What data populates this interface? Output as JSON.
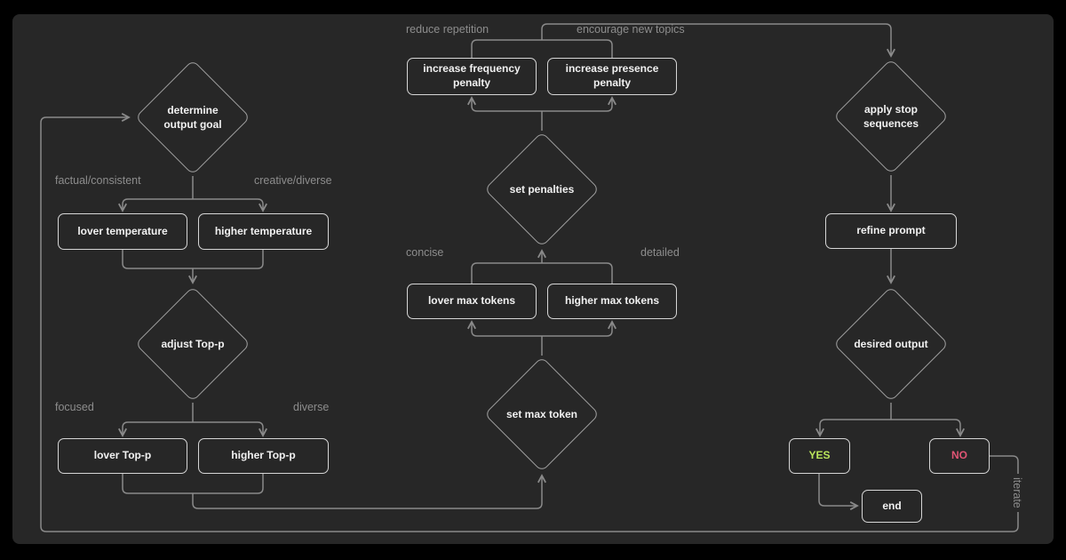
{
  "colors": {
    "page_bg": "#000000",
    "panel_bg": "#272727",
    "line_color": "#8a8a8a",
    "box_border": "#d6d6d6",
    "diamond_border": "#a3a3a3",
    "node_text": "#f1f1f1",
    "edge_label": "#8d8d8d",
    "yes_color": "#b9e45b",
    "no_color": "#e05574"
  },
  "nodes": {
    "determine_output_goal": "determine output goal",
    "lover_temperature": "lover temperature",
    "higher_temperature": "higher temperature",
    "adjust_top_p": "adjust Top-p",
    "lover_top_p": "lover Top-p",
    "higher_top_p": "higher Top-p",
    "increase_frequency_penalty": "increase frequency penalty",
    "increase_presence_penalty": "increase presence penalty",
    "set_penalties": "set penalties",
    "lover_max_tokens": "lover max tokens",
    "higher_max_tokens": "higher max tokens",
    "set_max_token": "set max token",
    "apply_stop_sequences": "apply stop sequences",
    "refine_prompt": "refine prompt",
    "desired_output": "desired output",
    "yes": "YES",
    "no": "NO",
    "end": "end"
  },
  "edge_labels": {
    "reduce_repetition": "reduce repetition",
    "encourage_new_topics": "encourage new topics",
    "factual_consistent": "factual/consistent",
    "creative_diverse": "creative/diverse",
    "concise": "concise",
    "detailed": "detailed",
    "focused": "focused",
    "diverse": "diverse",
    "iterate": "iterate"
  }
}
